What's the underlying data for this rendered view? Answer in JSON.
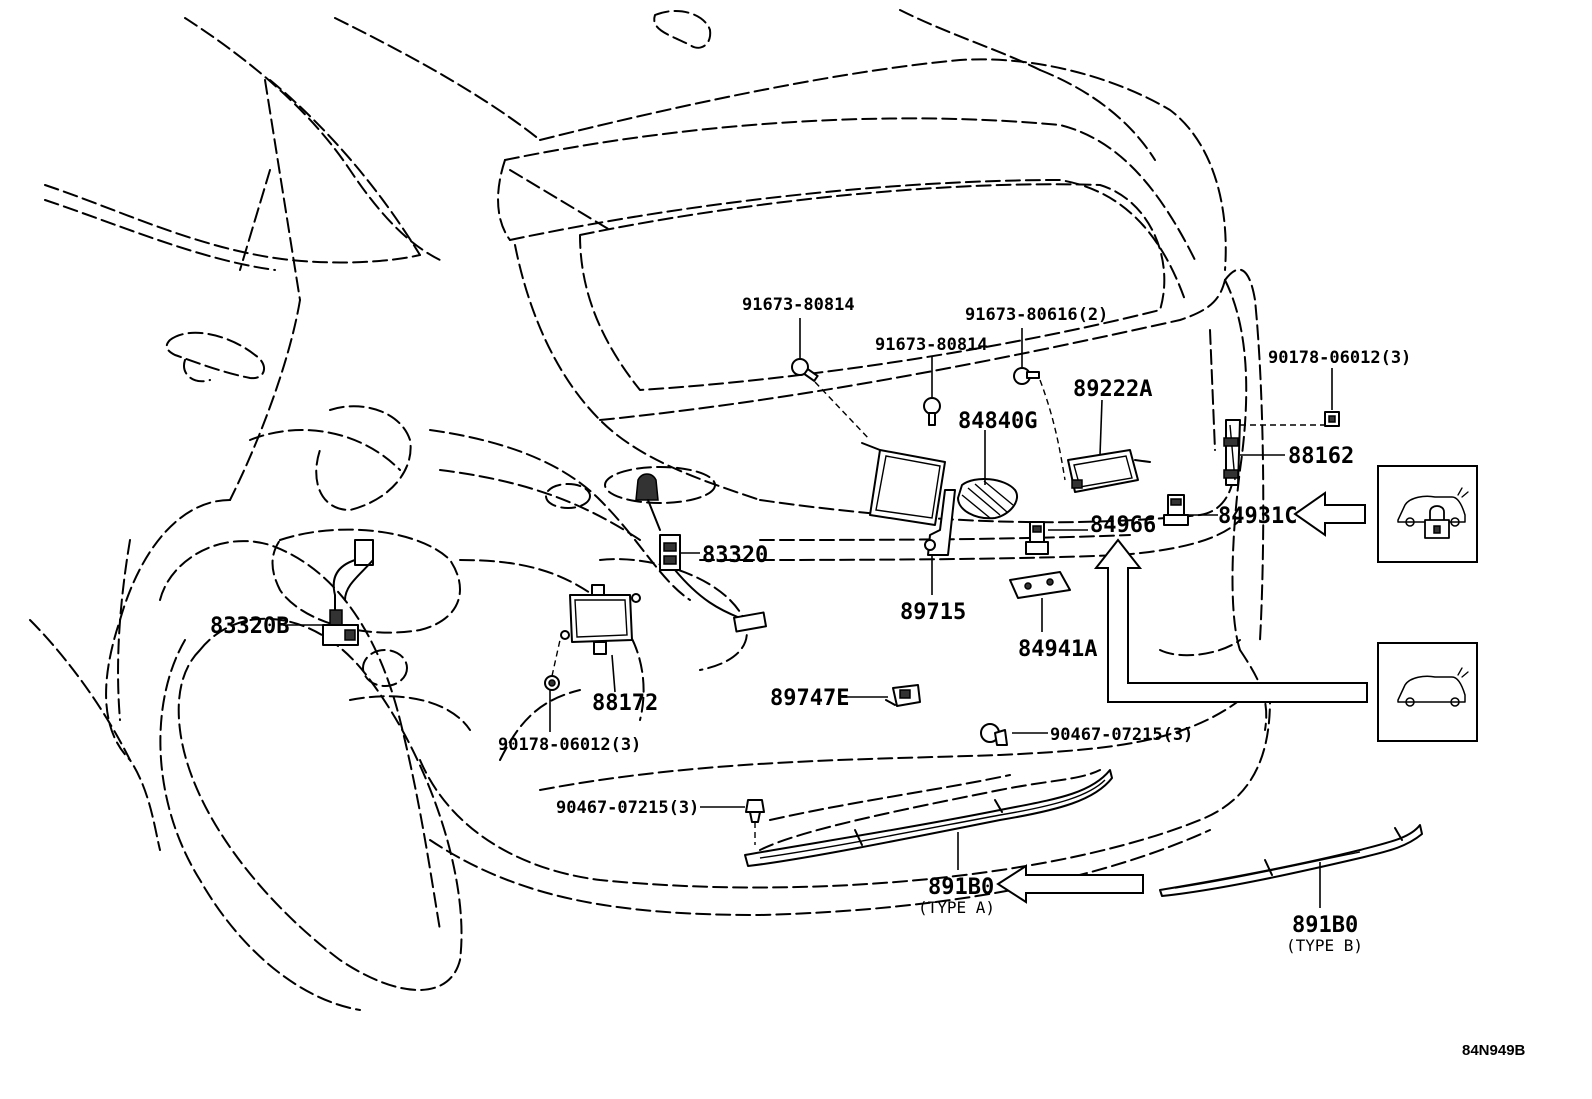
{
  "labels": {
    "p83320b": "83320B",
    "p83320": "83320",
    "p88172": "88172",
    "p90178_left": "90178-06012(3)",
    "p89747e": "89747E",
    "p90467_left": "90467-07215(3)",
    "p90467_right": "90467-07215(3)",
    "p91673_a": "91673-80814",
    "p91673_b": "91673-80814",
    "p91673_c": "91673-80616(2)",
    "p84840g": "84840G",
    "p89222a": "89222A",
    "p89715": "89715",
    "p84966": "84966",
    "p84941a": "84941A",
    "p84931c": "84931C",
    "p90178_right": "90178-06012(3)",
    "p88162": "88162",
    "p891b0_a": "891B0",
    "type_a": "(TYPE A)",
    "p891b0_b": "891B0",
    "type_b": "(TYPE B)"
  },
  "diagram_code": "84N949B",
  "icons": {
    "lock_vehicle": "car-lock-icon",
    "vehicle": "car-icon"
  }
}
